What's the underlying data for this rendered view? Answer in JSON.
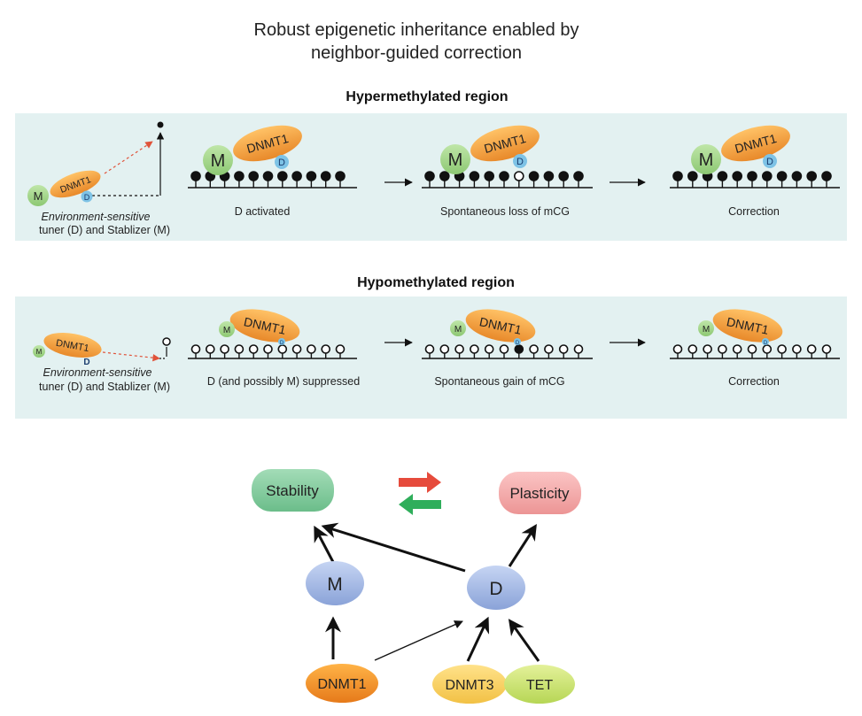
{
  "title_line1": "Robust epigenetic inheritance enabled by",
  "title_line2": "neighbor-guided correction",
  "hyper": {
    "label": "Hypermethylated region",
    "legend_line1": "Environment-sensitive",
    "legend_line2": "tuner (D) and Stablizer (M)",
    "captions": [
      "D activated",
      "Spontaneous loss of mCG",
      "Correction"
    ]
  },
  "hypo": {
    "label": "Hypomethylated region",
    "legend_line1": "Environment-sensitive",
    "legend_line2": "tuner (D) and Stablizer (M)",
    "captions": [
      "D (and possibly M) suppressed",
      "Spontaneous gain of mCG",
      "Correction"
    ]
  },
  "glyphs": {
    "m": "M",
    "d": "D",
    "dnmt1": "DNMT1"
  },
  "network": {
    "stability": "Stability",
    "plasticity": "Plasticity",
    "m_node": "M",
    "d_node": "D",
    "dnmt1": "DNMT1",
    "dnmt3": "DNMT3",
    "tet": "TET"
  },
  "colors": {
    "panel_bg": "#e3f1f1",
    "m_green": "#9fd38a",
    "dnmt1_orange": "#f0a440",
    "d_blue": "#7ec3e6",
    "stability": "#7cc79a",
    "plasticity": "#f0a3a3",
    "node_blue": "#9fb4e0",
    "dnmt3_yellow": "#f5d165",
    "tet_green": "#c9e06a"
  }
}
